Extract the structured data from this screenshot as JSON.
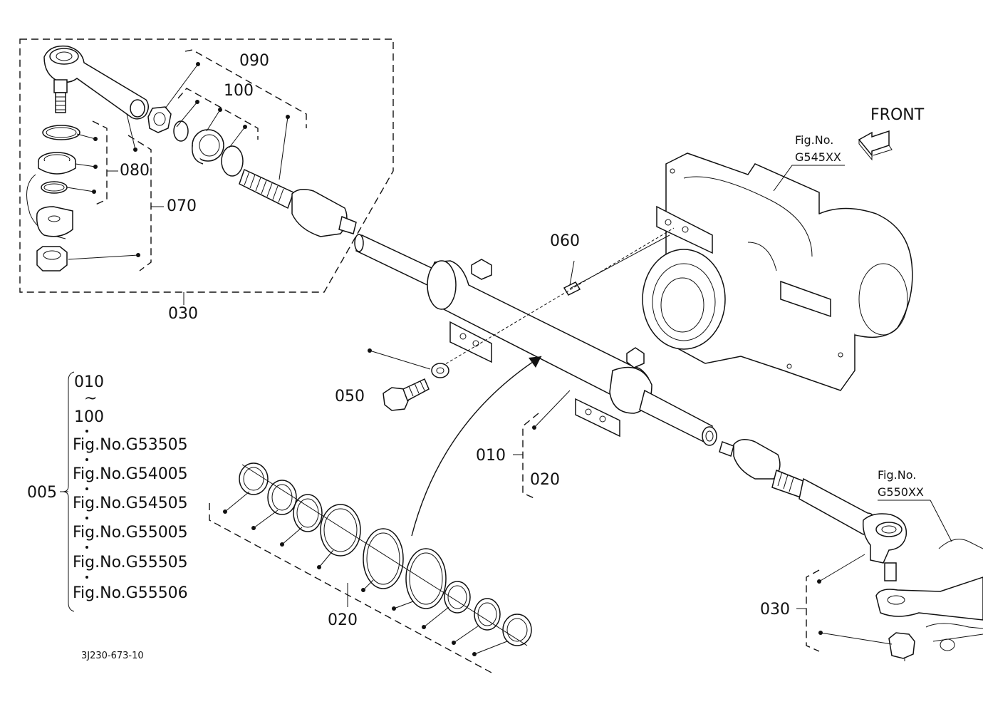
{
  "labels": {
    "p090": "090",
    "p100": "100",
    "p080": "080",
    "p070": "070",
    "p030_top": "030",
    "p060": "060",
    "p050": "050",
    "p010": "010",
    "p020_right": "020",
    "p020_bottom": "020",
    "p030_bottom": "030",
    "p005": "005"
  },
  "front_label": "FRONT",
  "fig_refs": {
    "transmission": {
      "line1": "Fig.No.",
      "line2": "G545XX"
    },
    "knuckle": {
      "line1": "Fig.No.",
      "line2": "G550XX"
    }
  },
  "range_box": {
    "from": "010",
    "tilde": "~",
    "to": "100",
    "figs": [
      "Fig.No.G53505",
      "Fig.No.G54005",
      "Fig.No.G54505",
      "Fig.No.G55005",
      "Fig.No.G55505",
      "Fig.No.G55506"
    ]
  },
  "drawing_number": "3J230-673-10"
}
